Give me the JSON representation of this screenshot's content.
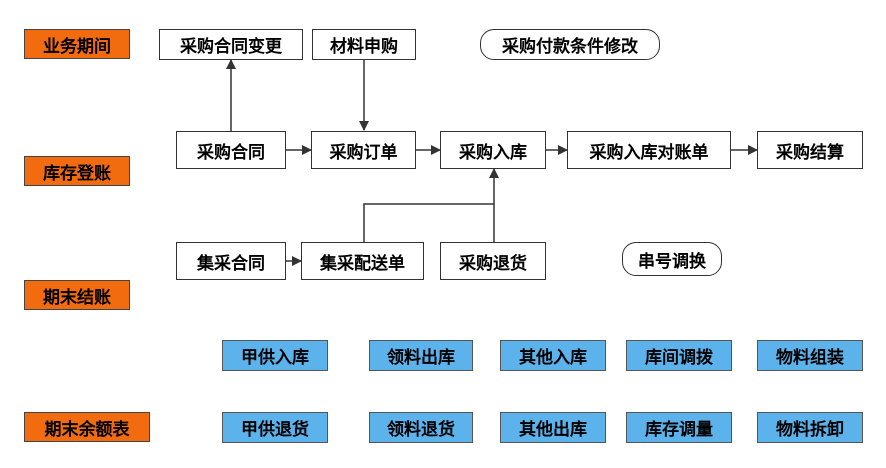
{
  "sidebar": {
    "business_period": "业务期间",
    "stock_posting": "库存登账",
    "period_closing": "期末结账",
    "period_balance": "期末余额表"
  },
  "flow": {
    "contract_change": "采购合同变更",
    "material_request": "材料申购",
    "payment_terms_edit": "采购付款条件修改",
    "contract": "采购合同",
    "order": "采购订单",
    "inbound": "采购入库",
    "inbound_reconcile": "采购入库对账单",
    "settlement": "采购结算",
    "central_contract": "集采合同",
    "central_delivery": "集采配送单",
    "return": "采购退货",
    "serial_swap": "串号调换"
  },
  "ops_row1": [
    "甲供入库",
    "领料出库",
    "其他入库",
    "库间调拨",
    "物料组装"
  ],
  "ops_row2": [
    "甲供退货",
    "领料退货",
    "其他出库",
    "库存调量",
    "物料拆卸"
  ],
  "colors": {
    "orange": "#f26b0f",
    "blue": "#5cb3ec",
    "line": "#333333"
  }
}
